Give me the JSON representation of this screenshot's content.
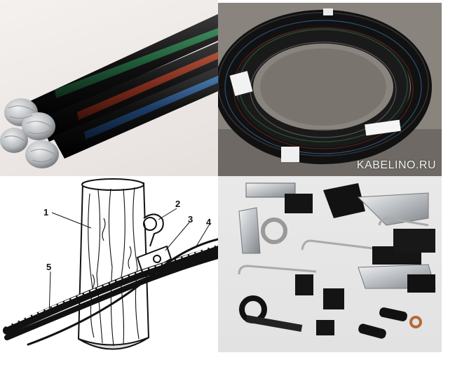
{
  "panels": {
    "coils": {
      "watermark": "KABELINO.RU"
    },
    "sketch": {
      "callouts": [
        "1",
        "2",
        "3",
        "4",
        "5"
      ]
    }
  },
  "colors": {
    "cable_green": "#1f5a37",
    "cable_red": "#7a2a1c",
    "cable_blue": "#1d3d66",
    "cable_black": "#141414",
    "aluminium": "#b9bcbf"
  },
  "icons": [
    "cable-bundle-photo",
    "cable-coils-photo",
    "pole-mount-sketch",
    "fittings-photo"
  ]
}
